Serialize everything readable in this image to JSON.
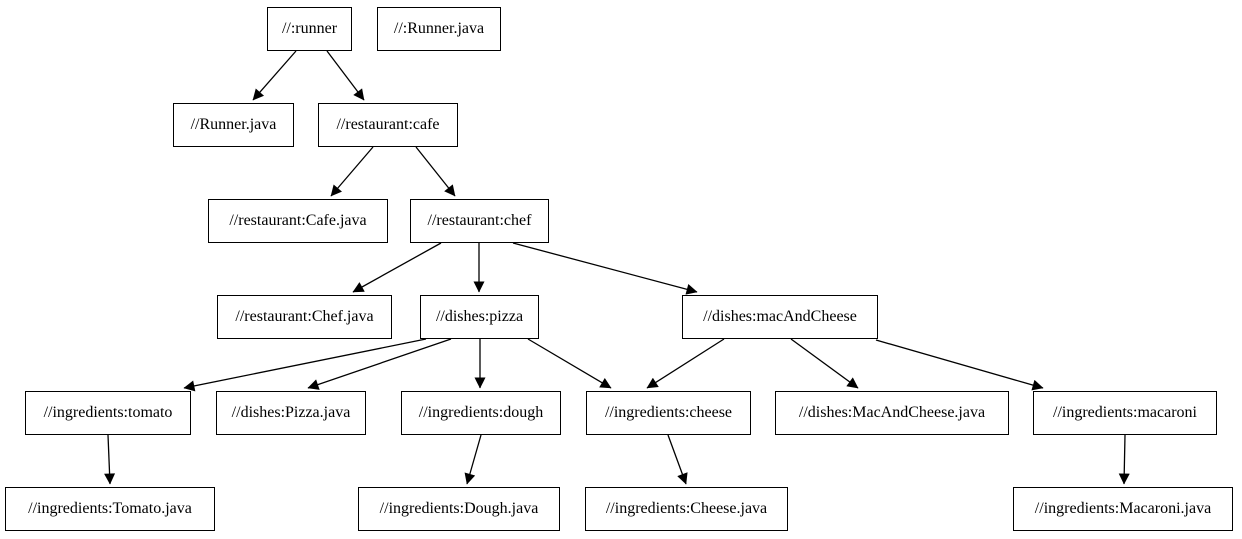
{
  "diagram": {
    "type": "dependency-graph",
    "description": "Bazel-style build target dependency graph rendered as boxes with arrows",
    "background_color": "#ffffff",
    "node_fill_color": "#ffffff",
    "node_border_color": "#000000",
    "edge_color": "#000000",
    "text_color": "#000000"
  },
  "nodes": {
    "runner": {
      "label": "//:runner"
    },
    "runner_java_root": {
      "label": "//:Runner.java"
    },
    "runner_java": {
      "label": "//Runner.java"
    },
    "cafe": {
      "label": "//restaurant:cafe"
    },
    "cafe_java": {
      "label": "//restaurant:Cafe.java"
    },
    "chef": {
      "label": "//restaurant:chef"
    },
    "chef_java": {
      "label": "//restaurant:Chef.java"
    },
    "pizza": {
      "label": "//dishes:pizza"
    },
    "mac_and_cheese": {
      "label": "//dishes:macAndCheese"
    },
    "tomato": {
      "label": "//ingredients:tomato"
    },
    "pizza_java": {
      "label": "//dishes:Pizza.java"
    },
    "dough": {
      "label": "//ingredients:dough"
    },
    "cheese": {
      "label": "//ingredients:cheese"
    },
    "mac_and_cheese_java": {
      "label": "//dishes:MacAndCheese.java"
    },
    "macaroni": {
      "label": "//ingredients:macaroni"
    },
    "tomato_java": {
      "label": "//ingredients:Tomato.java"
    },
    "dough_java": {
      "label": "//ingredients:Dough.java"
    },
    "cheese_java": {
      "label": "//ingredients:Cheese.java"
    },
    "macaroni_java": {
      "label": "//ingredients:Macaroni.java"
    }
  },
  "edges": [
    {
      "from": "//:runner",
      "to": "//Runner.java"
    },
    {
      "from": "//:runner",
      "to": "//restaurant:cafe"
    },
    {
      "from": "//restaurant:cafe",
      "to": "//restaurant:Cafe.java"
    },
    {
      "from": "//restaurant:cafe",
      "to": "//restaurant:chef"
    },
    {
      "from": "//restaurant:chef",
      "to": "//restaurant:Chef.java"
    },
    {
      "from": "//restaurant:chef",
      "to": "//dishes:pizza"
    },
    {
      "from": "//restaurant:chef",
      "to": "//dishes:macAndCheese"
    },
    {
      "from": "//dishes:pizza",
      "to": "//ingredients:tomato"
    },
    {
      "from": "//dishes:pizza",
      "to": "//dishes:Pizza.java"
    },
    {
      "from": "//dishes:pizza",
      "to": "//ingredients:dough"
    },
    {
      "from": "//dishes:pizza",
      "to": "//ingredients:cheese"
    },
    {
      "from": "//dishes:macAndCheese",
      "to": "//ingredients:cheese"
    },
    {
      "from": "//dishes:macAndCheese",
      "to": "//dishes:MacAndCheese.java"
    },
    {
      "from": "//dishes:macAndCheese",
      "to": "//ingredients:macaroni"
    },
    {
      "from": "//ingredients:tomato",
      "to": "//ingredients:Tomato.java"
    },
    {
      "from": "//ingredients:dough",
      "to": "//ingredients:Dough.java"
    },
    {
      "from": "//ingredients:cheese",
      "to": "//ingredients:Cheese.java"
    },
    {
      "from": "//ingredients:macaroni",
      "to": "//ingredients:Macaroni.java"
    }
  ]
}
